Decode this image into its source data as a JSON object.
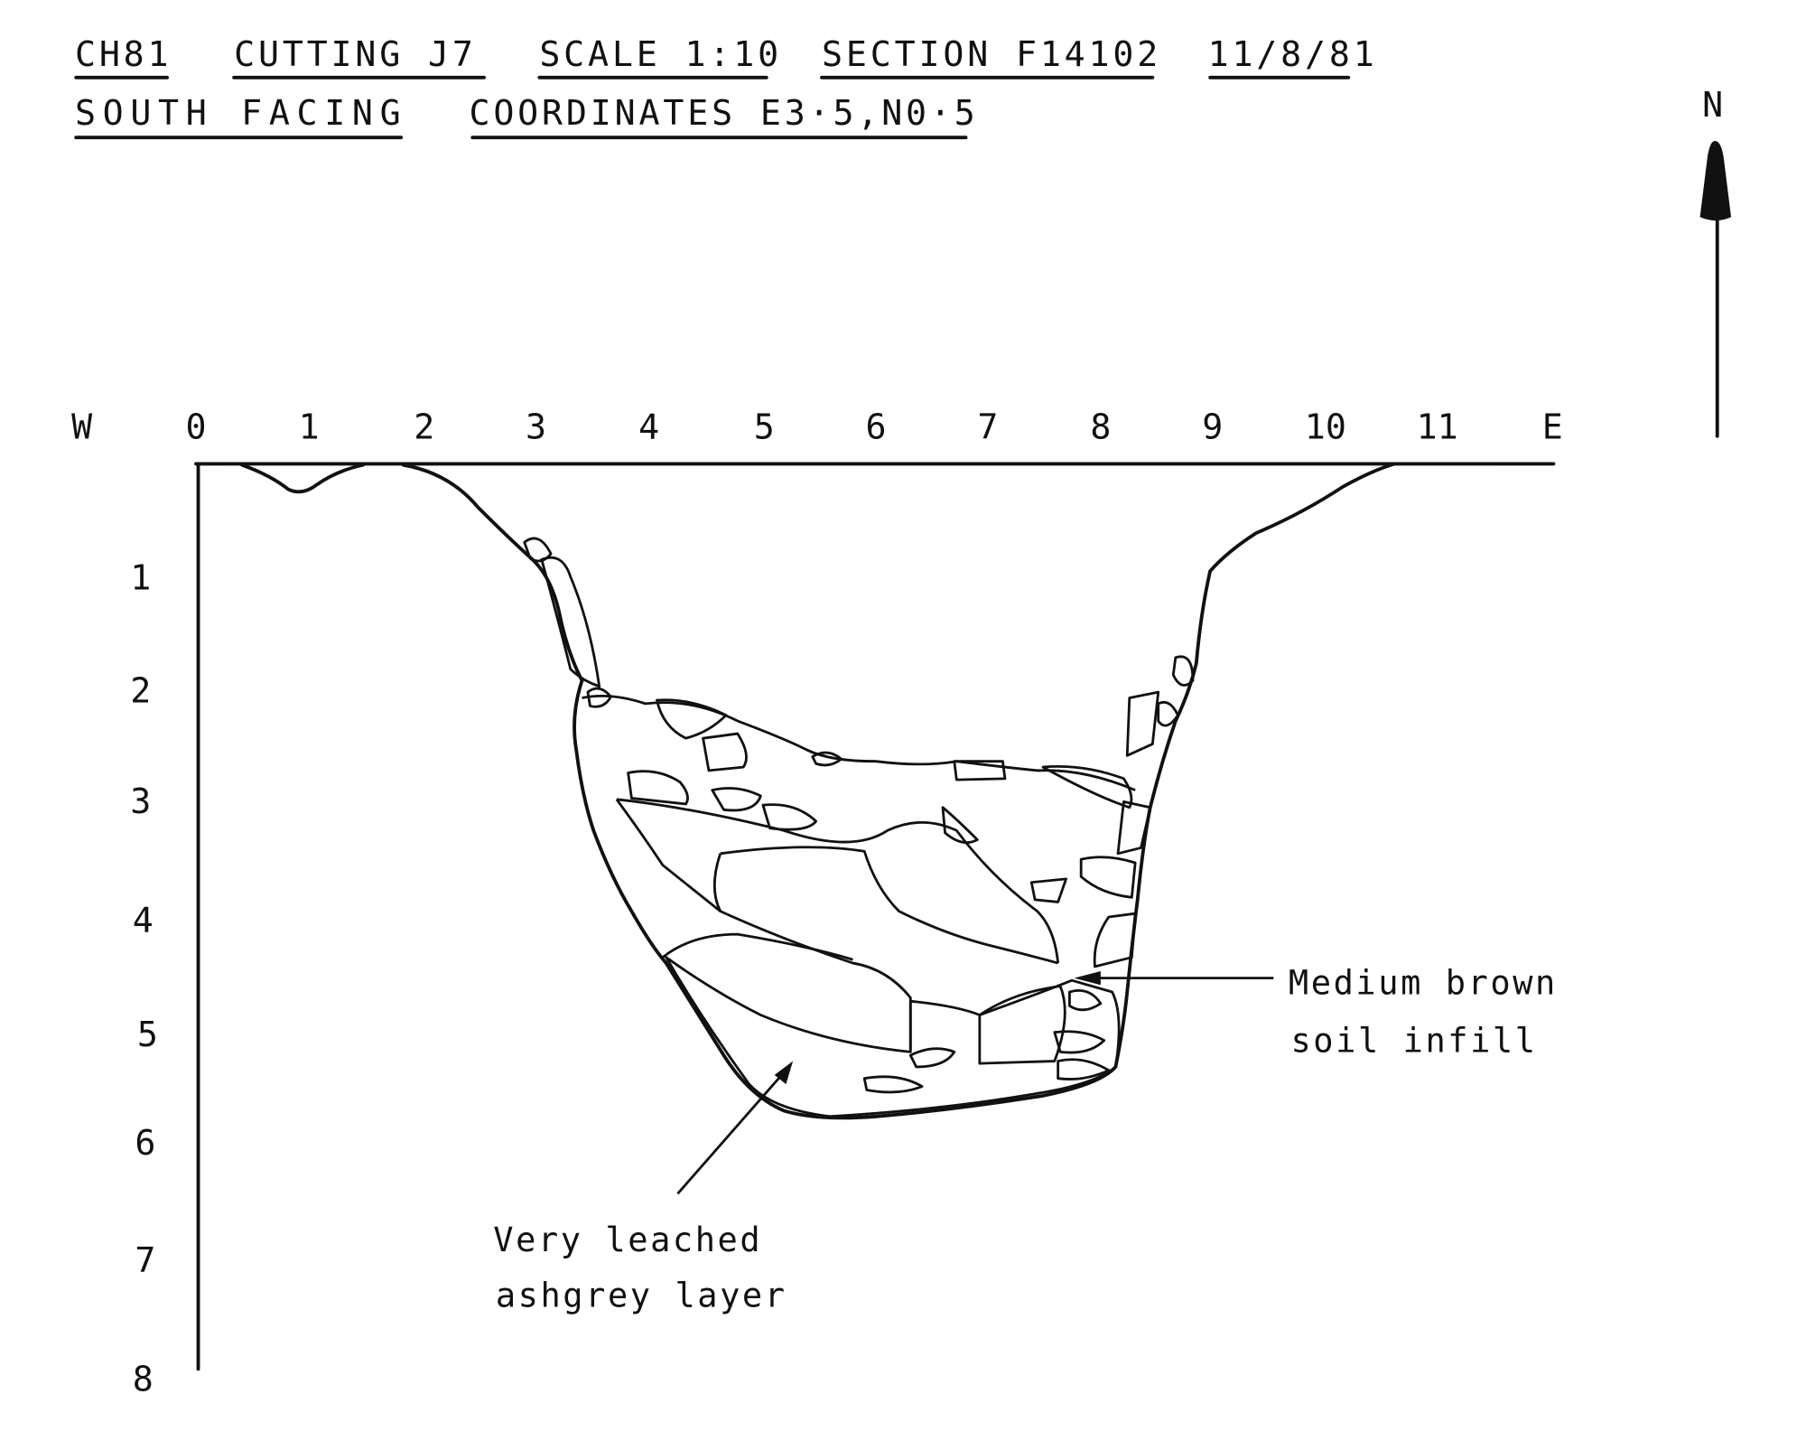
{
  "header": {
    "site": "CH81",
    "cutting": "CUTTING J7",
    "scale": "SCALE 1:10",
    "section": "SECTION F14102",
    "date": "11/8/81",
    "facing": "SOUTH FACING",
    "coordinates": "COORDINATES E3·5,N0·5"
  },
  "north_arrow": {
    "label": "N"
  },
  "horizontal_axis": {
    "west_label": "W",
    "east_label": "E",
    "ticks": [
      "0",
      "1",
      "2",
      "3",
      "4",
      "5",
      "6",
      "7",
      "8",
      "9",
      "10",
      "11"
    ]
  },
  "vertical_axis": {
    "ticks": [
      "1",
      "2",
      "3",
      "4",
      "5",
      "6",
      "7",
      "8"
    ]
  },
  "annotations": {
    "infill_line1": "Medium brown",
    "infill_line2": "soil infill",
    "layer_line1": "Very leached",
    "layer_line2": "ashgrey layer"
  }
}
